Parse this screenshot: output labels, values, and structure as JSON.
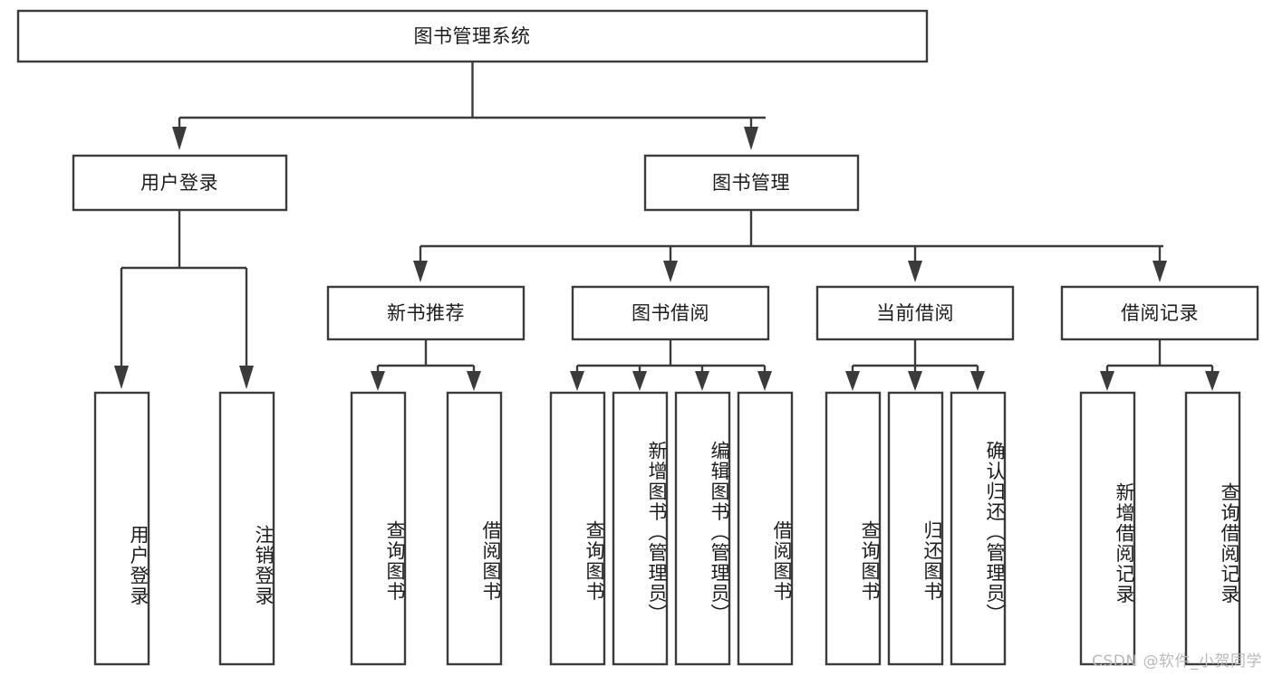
{
  "diagram": {
    "title_node": {
      "label": "图书管理系统"
    },
    "level2": [
      {
        "id": "user-login",
        "label": "用户登录"
      },
      {
        "id": "book-manage",
        "label": "图书管理"
      }
    ],
    "level3": [
      {
        "id": "new-book-recommend",
        "label": "新书推荐"
      },
      {
        "id": "book-borrow",
        "label": "图书借阅"
      },
      {
        "id": "current-borrow",
        "label": "当前借阅"
      },
      {
        "id": "borrow-record",
        "label": "借阅记录"
      }
    ],
    "leaves": {
      "user_login": [
        {
          "id": "leaf-user-login",
          "label": "用户登录"
        },
        {
          "id": "leaf-logout-login",
          "label": "注销登录"
        }
      ],
      "new_book_recommend": [
        {
          "id": "leaf-query-book-1",
          "label": "查询图书"
        },
        {
          "id": "leaf-borrow-book-1",
          "label": "借阅图书"
        }
      ],
      "book_borrow": [
        {
          "id": "leaf-query-book-2",
          "label": "查询图书"
        },
        {
          "id": "leaf-add-book",
          "label": "新增图书（管理员）"
        },
        {
          "id": "leaf-edit-book",
          "label": "编辑图书（管理员）"
        },
        {
          "id": "leaf-borrow-book-2",
          "label": "借阅图书"
        }
      ],
      "current_borrow": [
        {
          "id": "leaf-query-book-3",
          "label": "查询图书"
        },
        {
          "id": "leaf-return-book",
          "label": "归还图书"
        },
        {
          "id": "leaf-confirm-return",
          "label": "确认归还（管理员）"
        }
      ],
      "borrow_record": [
        {
          "id": "leaf-add-record",
          "label": "新增借阅记录"
        },
        {
          "id": "leaf-query-record",
          "label": "查询借阅记录"
        }
      ]
    }
  },
  "watermark": {
    "text": "CSDN @软件_小贺同学"
  },
  "colors": {
    "box_stroke": "#3b3b3b",
    "box_fill": "#ffffff",
    "text": "#1c1c1c",
    "watermark": "#b9b9b9",
    "background": "#ffffff"
  }
}
